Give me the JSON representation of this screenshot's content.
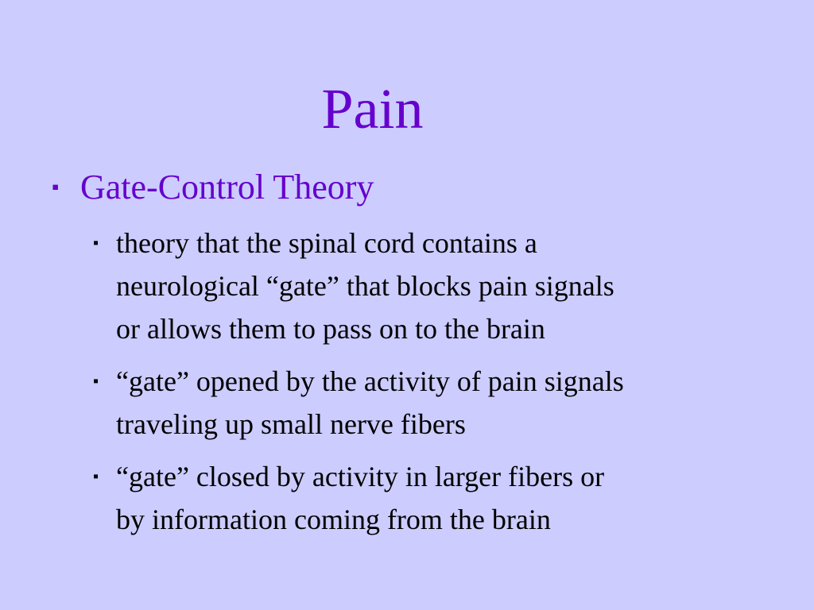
{
  "slide": {
    "title": "Pain",
    "bullet_glyph": "▪",
    "main_bullet": "Gate-Control Theory",
    "sub_bullets": [
      "theory that the spinal cord contains a\nneurological “gate” that blocks pain signals\nor allows them to pass on to the brain",
      "“gate” opened by the activity of pain signals\ntraveling up small nerve fibers",
      "“gate” closed by activity in larger fibers or\nby information coming from the brain"
    ],
    "colors": {
      "background": "#ccccff",
      "accent": "#6600cc",
      "body_text": "#000000"
    }
  }
}
